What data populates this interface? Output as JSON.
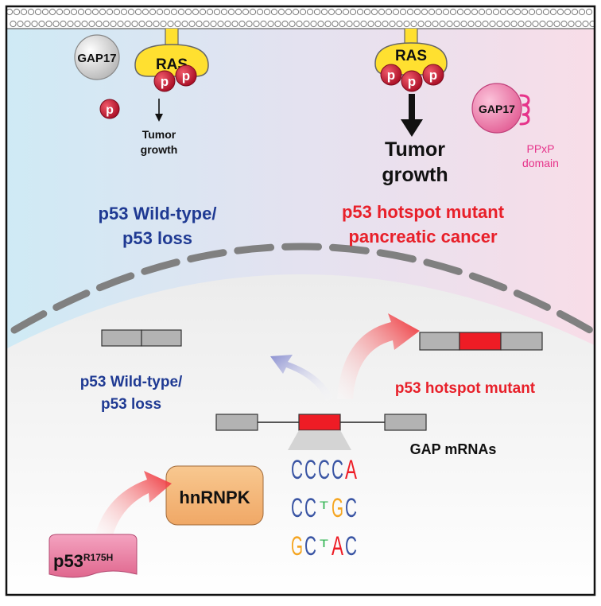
{
  "top_left": {
    "gap17": "GAP17",
    "ras": "RAS",
    "phospho": "p",
    "outcome_line1": "Tumor",
    "outcome_line2": "growth",
    "condition_line1": "p53 Wild-type/",
    "condition_line2": "p53 loss"
  },
  "top_right": {
    "ras": "RAS",
    "phospho": "p",
    "outcome_line1": "Tumor",
    "outcome_line2": "growth",
    "gap17": "GAP17",
    "domain_line1": "PPxP",
    "domain_line2": "domain",
    "condition_line1": "p53 hotspot mutant",
    "condition_line2": "pancreatic cancer"
  },
  "nucleus": {
    "wt_line1": "p53 Wild-type/",
    "wt_line2": "p53 loss",
    "mutant_label": "p53 hotspot mutant",
    "mrna_label": "GAP mRNAs",
    "hnrnpk": "hnRNPK",
    "p53_base": "p53",
    "p53_superscript": "R175H",
    "motifs": [
      [
        "C",
        "C",
        "C",
        "C",
        "A"
      ],
      [
        "C",
        "C",
        "T",
        "G",
        "C"
      ],
      [
        "G",
        "C",
        "T",
        "A",
        "C"
      ]
    ]
  },
  "colors": {
    "blue_text": "#1f3a93",
    "red_text": "#e8202a",
    "phospho_red": "#c8102e",
    "ras_yellow": "#ffe030",
    "gap17_pink": "#f06aa0",
    "hnrnpk_orange": "#f5b87a",
    "p53_pink": "#e6739a",
    "exon_gray": "#b3b3b3",
    "exon_red": "#ee1c25",
    "logo_c": "#3a55a4",
    "logo_a": "#ee1c25",
    "logo_g": "#f5a623",
    "logo_t": "#2bb24c"
  }
}
